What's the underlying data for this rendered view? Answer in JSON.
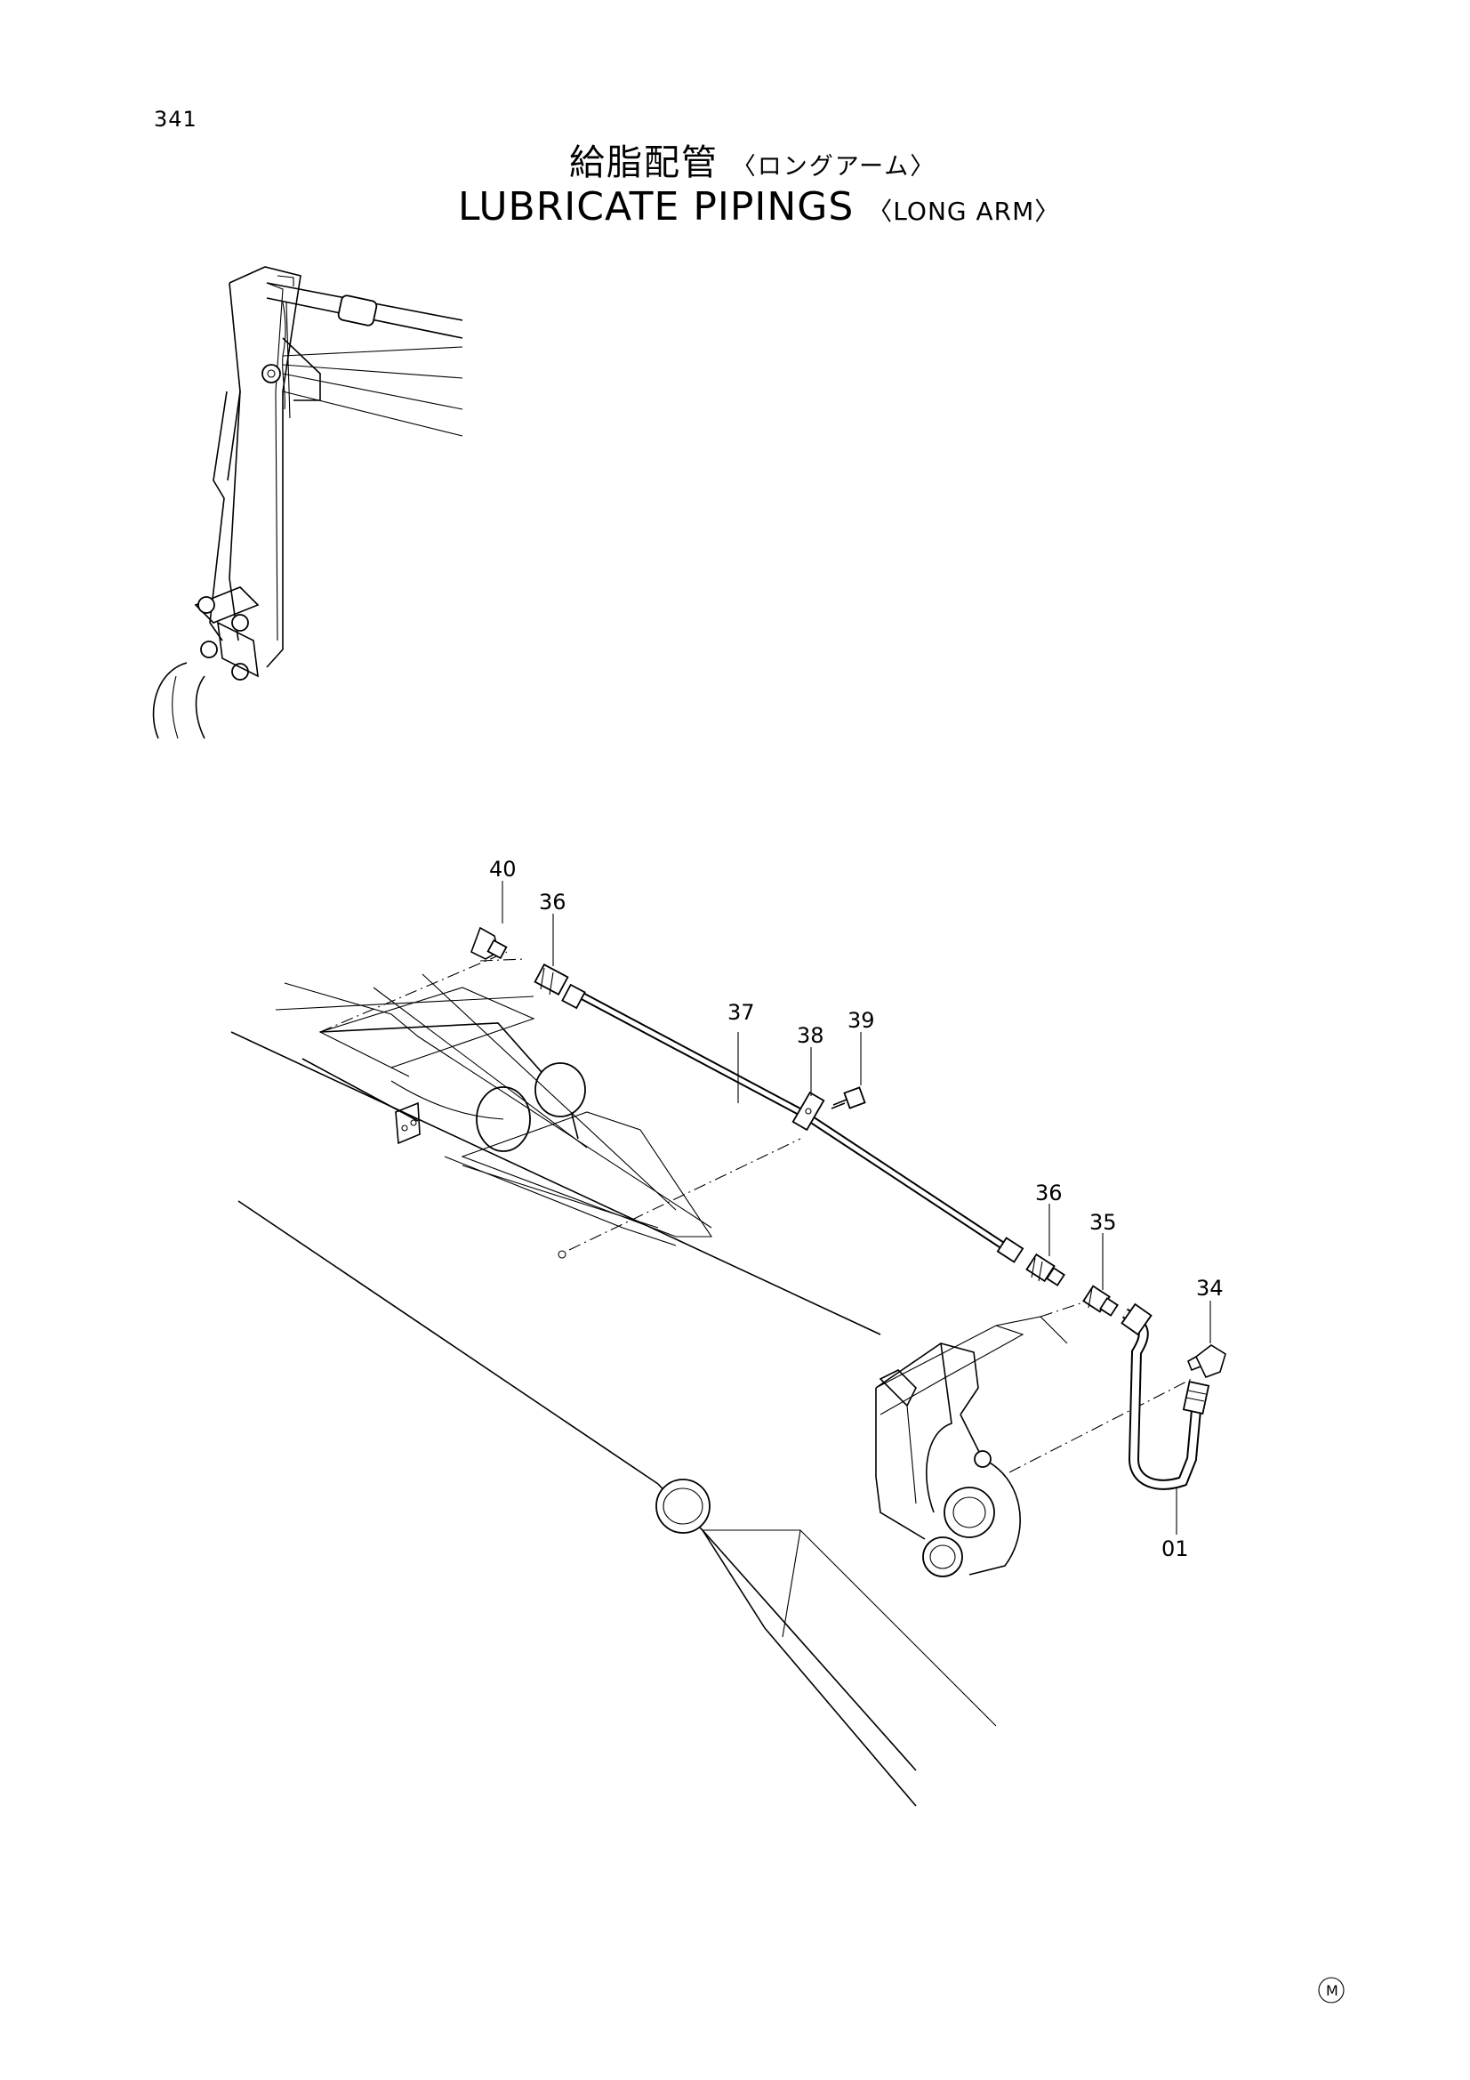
{
  "page": {
    "number": "341",
    "title_ja": "給脂配管",
    "title_ja_sub": "〈ロングアーム〉",
    "title_en": "LUBRICATE PIPINGS",
    "title_en_sub": "〈LONG ARM〉",
    "mark": "M"
  },
  "callouts": [
    "40",
    "36",
    "37",
    "38",
    "39",
    "36",
    "35",
    "34",
    "01"
  ]
}
